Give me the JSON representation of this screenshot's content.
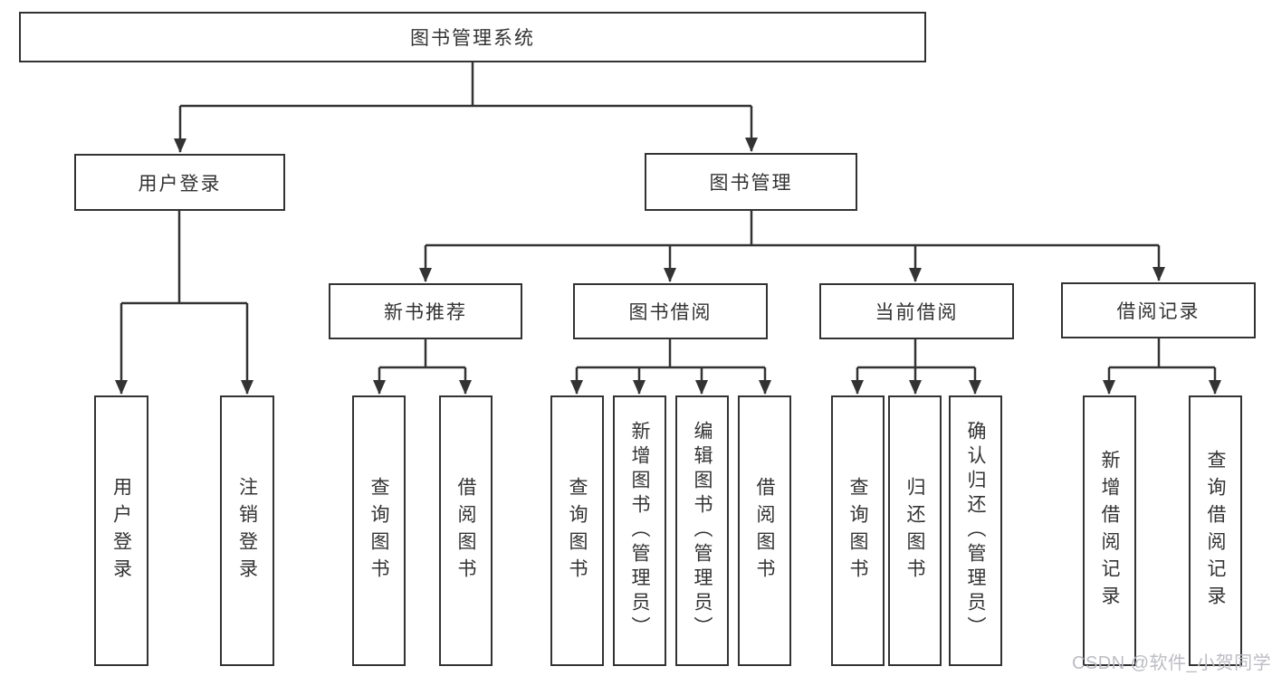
{
  "diagram": {
    "title": "图书管理系统",
    "nodes": {
      "root": "图书管理系统",
      "user_login": "用户登录",
      "book_management": "图书管理",
      "new_book_rec": "新书推荐",
      "book_borrow": "图书借阅",
      "current_borrow": "当前借阅",
      "borrow_records": "借阅记录",
      "leaf_user_login": "用户登录",
      "leaf_logout": "注销登录",
      "leaf_nb_query_book": "查询图书",
      "leaf_nb_borrow_book": "借阅图书",
      "leaf_bb_query_book": "查询图书",
      "leaf_bb_add_book": "新增图书（管理员）",
      "leaf_bb_edit_book": "编辑图书（管理员）",
      "leaf_bb_borrow_book": "借阅图书",
      "leaf_cb_query_book": "查询图书",
      "leaf_cb_return_book": "归还图书",
      "leaf_cb_confirm_return": "确认归还（管理员）",
      "leaf_br_add_record": "新增借阅记录",
      "leaf_br_query_record": "查询借阅记录"
    },
    "colors": {
      "line": "#333333",
      "text": "#333333",
      "box_fill": "#ffffff",
      "background": "#ffffff",
      "watermark": "#bcbdc3"
    },
    "watermark": "CSDN @软件_小贺同学"
  }
}
